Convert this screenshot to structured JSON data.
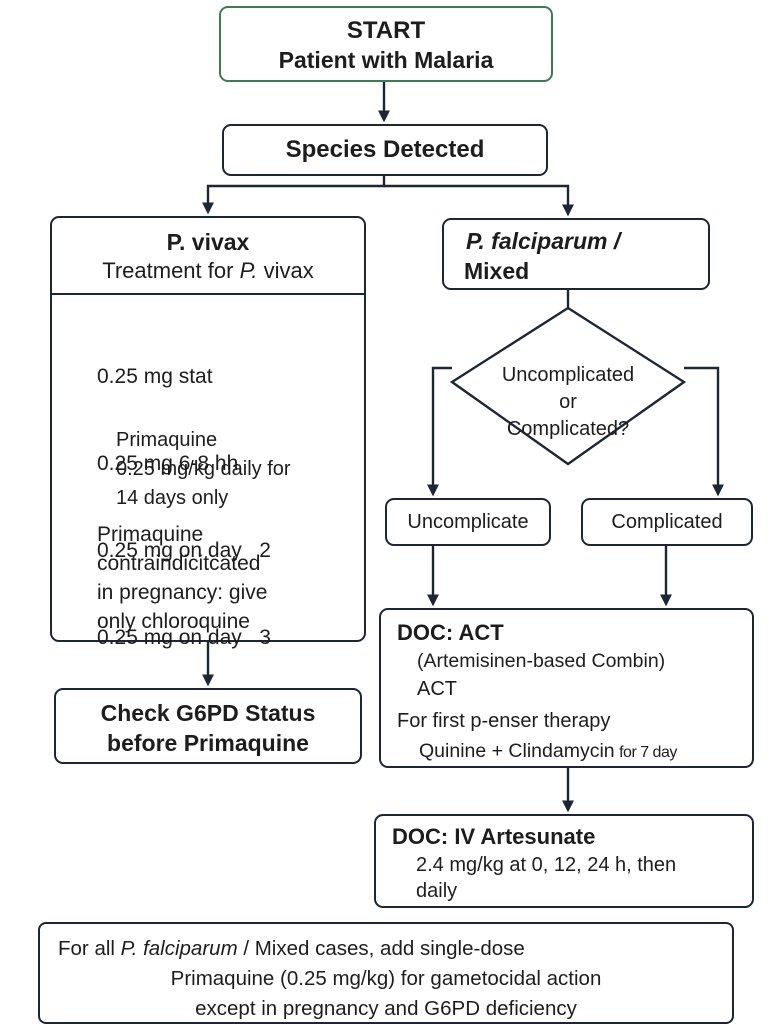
{
  "start": {
    "title": "START",
    "subtitle": "Patient with Malaria"
  },
  "species": {
    "label": "Species Detected"
  },
  "vivax": {
    "title": "P. vivax",
    "subtitle_prefix": "Treatment for ",
    "subtitle_species": "P.",
    "subtitle_suffix": " vivax",
    "doses": [
      "0.25 mg stat",
      "0.25 mg 6-8 hh",
      "0.25 mg on day   2",
      "0.25 mg on day   3"
    ],
    "primaquine": [
      "Primaquine",
      "0.25 mg/kg daily for",
      "14 days only"
    ],
    "pregnancy_note": [
      "Primaquine",
      "contraindicitcated",
      "in pregnancy: give",
      "only chloroquine"
    ]
  },
  "g6pd": {
    "lines": [
      "Check G6PD Status",
      "before Primaquine"
    ]
  },
  "falciparum": {
    "line1": "P. falciparum /",
    "line2": "Mixed"
  },
  "decision": {
    "lines": [
      "Uncomplicated",
      "or",
      "Complicated?"
    ]
  },
  "uncomplicated": {
    "label": "Uncomplicate"
  },
  "complicated": {
    "label": "Complicated"
  },
  "act": {
    "title": "DOC: ACT",
    "line1": "(Artemisinen-based Combin)",
    "line2": "ACT",
    "line3": "For first p-enser therapy",
    "line4_main": "Quinine + Clindamycin",
    "line4_small": "for 7 day"
  },
  "iv": {
    "title": "DOC: IV Artesunate",
    "line1": "2.4 mg/kg at 0, 12, 24 h, then",
    "line2": "daily"
  },
  "footer": {
    "prefix": "For all ",
    "species": "P. falciparum",
    "suffix": " / Mixed cases, add single-dose",
    "line2": "Primaquine (0.25 mg/kg) for gametocidal action",
    "line3": "except in pregnancy and G6PD deficiency"
  },
  "colors": {
    "start_border": "#3e7a55",
    "box_border": "#1c2733",
    "arrow": "#1c2733"
  }
}
